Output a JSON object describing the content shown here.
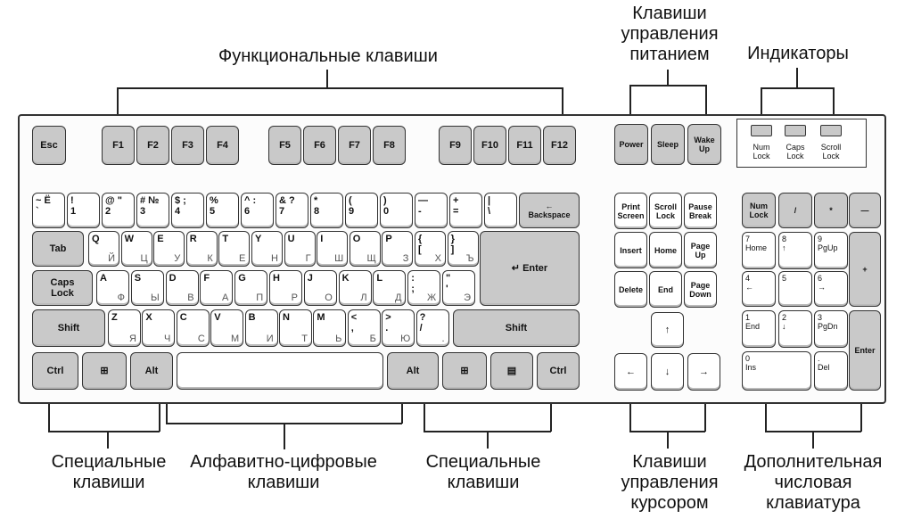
{
  "labels": {
    "function_keys": "Функциональные клавиши",
    "power_keys": "Клавиши\nуправления\nпитанием",
    "indicators": "Индикаторы",
    "special_left": "Специальные\nклавиши",
    "alphanumeric": "Алфавитно-цифровые\nклавиши",
    "special_right": "Специальные\nклавиши",
    "cursor_keys": "Клавиши\nуправления\nкурсором",
    "numpad": "Дополнительная\nчисловая\nклавиатура"
  },
  "indicators": [
    "Num\nLock",
    "Caps\nLock",
    "Scroll\nLock"
  ],
  "keys": {
    "esc": "Esc",
    "f": [
      "F1",
      "F2",
      "F3",
      "F4",
      "F5",
      "F6",
      "F7",
      "F8",
      "F9",
      "F10",
      "F11",
      "F12"
    ],
    "power": [
      "Power",
      "Sleep",
      "Wake\nUp"
    ],
    "num_row": [
      {
        "t": "~  Ё\n`",
        "s": ""
      },
      {
        "t": "!\n1",
        "s": ""
      },
      {
        "t": "@ \"\n2",
        "s": ""
      },
      {
        "t": "#  №\n3",
        "s": ""
      },
      {
        "t": "$  ;\n4",
        "s": ""
      },
      {
        "t": "%\n5",
        "s": ""
      },
      {
        "t": "^  :\n6",
        "s": ""
      },
      {
        "t": "& ?\n7",
        "s": ""
      },
      {
        "t": "*\n8",
        "s": ""
      },
      {
        "t": "(\n9",
        "s": ""
      },
      {
        "t": ")\n0",
        "s": ""
      },
      {
        "t": "—\n-",
        "s": ""
      },
      {
        "t": "+\n=",
        "s": ""
      },
      {
        "t": "|\n\\",
        "s": ""
      }
    ],
    "backspace": "←\nBackspace",
    "tab": "Tab",
    "q_row": [
      {
        "t": "Q",
        "s": "Й"
      },
      {
        "t": "W",
        "s": "Ц"
      },
      {
        "t": "E",
        "s": "У"
      },
      {
        "t": "R",
        "s": "К"
      },
      {
        "t": "T",
        "s": "Е"
      },
      {
        "t": "Y",
        "s": "Н"
      },
      {
        "t": "U",
        "s": "Г"
      },
      {
        "t": "I",
        "s": "Ш"
      },
      {
        "t": "O",
        "s": "Щ"
      },
      {
        "t": "P",
        "s": "З"
      },
      {
        "t": "{\n[",
        "s": "Х"
      },
      {
        "t": "}\n]",
        "s": "Ъ"
      }
    ],
    "caps": "Caps\nLock",
    "a_row": [
      {
        "t": "A",
        "s": "Ф"
      },
      {
        "t": "S",
        "s": "Ы"
      },
      {
        "t": "D",
        "s": "В"
      },
      {
        "t": "F",
        "s": "А"
      },
      {
        "t": "G",
        "s": "П"
      },
      {
        "t": "H",
        "s": "Р"
      },
      {
        "t": "J",
        "s": "О"
      },
      {
        "t": "K",
        "s": "Л"
      },
      {
        "t": "L",
        "s": "Д"
      },
      {
        "t": ":\n;",
        "s": "Ж"
      },
      {
        "t": "\"\n'",
        "s": "Э"
      }
    ],
    "enter": "↵ Enter",
    "shift": "Shift",
    "z_row": [
      {
        "t": "Z",
        "s": "Я"
      },
      {
        "t": "X",
        "s": "Ч"
      },
      {
        "t": "C",
        "s": "С"
      },
      {
        "t": "V",
        "s": "М"
      },
      {
        "t": "B",
        "s": "И"
      },
      {
        "t": "N",
        "s": "Т"
      },
      {
        "t": "M",
        "s": "Ь"
      },
      {
        "t": "<\n,",
        "s": "Б"
      },
      {
        "t": ">\n.",
        "s": "Ю"
      },
      {
        "t": "?\n/",
        "s": "."
      }
    ],
    "ctrl": "Ctrl",
    "alt": "Alt",
    "win_icon": "⊞",
    "menu_icon": "▤",
    "nav": [
      "Print\nScreen",
      "Scroll\nLock",
      "Pause\nBreak",
      "Insert",
      "Home",
      "Page\nUp",
      "Delete",
      "End",
      "Page\nDown"
    ],
    "arrows": [
      "↑",
      "←",
      "↓",
      "→"
    ],
    "numpad": [
      "Num\nLock",
      "/",
      "*",
      "—",
      "7\nHome",
      "8\n↑",
      "9\nPgUp",
      "+",
      "4\n←",
      "5",
      "6\n→",
      "1\nEnd",
      "2\n↓",
      "3\nPgDn",
      "Enter",
      "0\nIns",
      ".\nDel"
    ]
  },
  "colors": {
    "key_gray": "#c9c9c9",
    "key_white": "#ffffff",
    "line": "#222222"
  }
}
